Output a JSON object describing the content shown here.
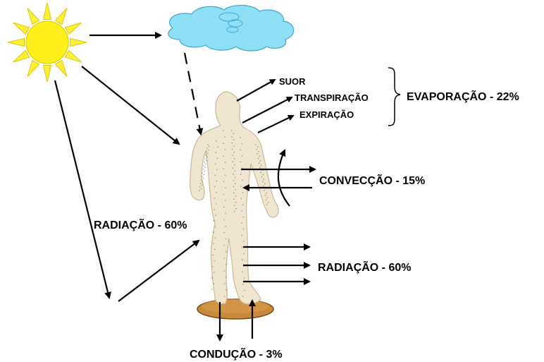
{
  "labels": {
    "suor": "SUOR",
    "transpiracao": "TRANSPIRAÇÃO",
    "expiracao": "EXPIRAÇÃO",
    "evaporacao": "EVAPORAÇÃO - 22%",
    "conveccao": "CONVECÇÃO - 15%",
    "radiacao_left": "RADIAÇÃO - 60%",
    "radiacao_right": "RADIAÇÃO - 60%",
    "conducao": "CONDUÇÃO - 3%"
  },
  "colors": {
    "sun_fill": "#ffef1a",
    "sun_ray_fill": "#ffef3a",
    "sun_ray_stroke": "#e0c800",
    "cloud_fill": "#8fe0f4",
    "cloud_stroke": "#3aa8d0",
    "body_fill": "#f0e6cf",
    "body_stroke": "#c9b894",
    "base_fill": "#c88a3a",
    "base_stroke": "#7a4a16",
    "arrow": "#000000"
  },
  "icons": {
    "sun": "sun-icon",
    "cloud": "cloud-icon",
    "figure": "human-anatomy-figure"
  }
}
